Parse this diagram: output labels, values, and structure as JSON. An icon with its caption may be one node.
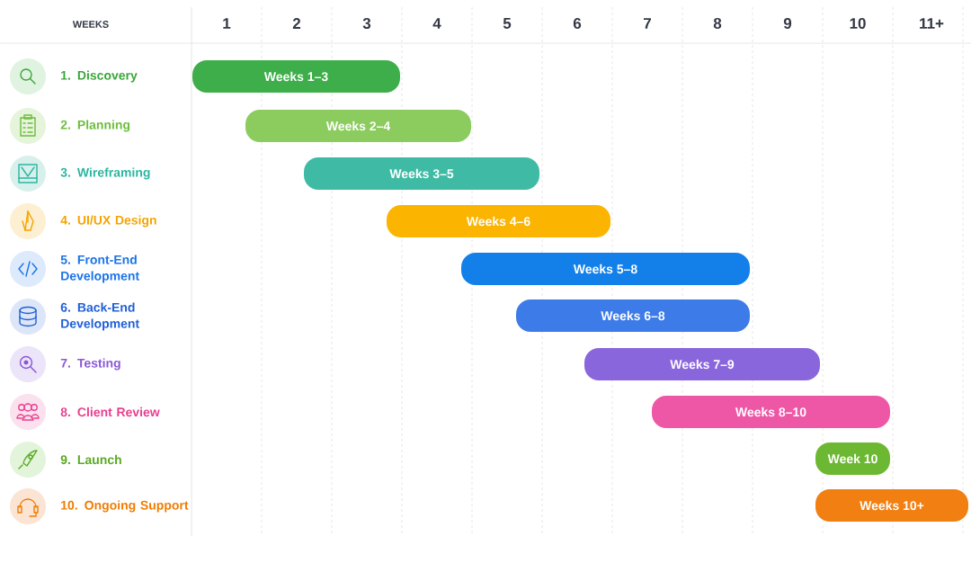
{
  "diagram": {
    "nodes": [
      {
        "text": [
          "Weeks 1–3"
        ]
      },
      {
        "text": [
          "Weeks 2–4"
        ]
      },
      {
        "text": [
          "Weeks 3–5"
        ]
      },
      {
        "text": [
          "Weeks 4–6"
        ]
      },
      {
        "text": [
          "Weeks 5–8"
        ]
      },
      {
        "text": [
          "Weeks 6–8"
        ]
      },
      {
        "text": [
          "Weeks 7–9"
        ]
      },
      {
        "text": [
          "Weeks 8–10"
        ]
      },
      {
        "text": [
          "Week 10"
        ]
      },
      {
        "text": [
          "Weeks 10+"
        ]
      }
    ],
    "labels": [
      "WEEKS",
      "1",
      "2",
      "3",
      "4",
      "5",
      "6",
      "7",
      "8",
      "9",
      "10",
      "11+",
      "1. Discovery",
      "2. Planning",
      "3. Wireframing",
      "4. UI/UX Design",
      "5. Front-End Development",
      "6. Back-End Development",
      "7. Testing",
      "8. Client Review",
      "9. Launch",
      "10. Ongoing Support"
    ]
  }
}
